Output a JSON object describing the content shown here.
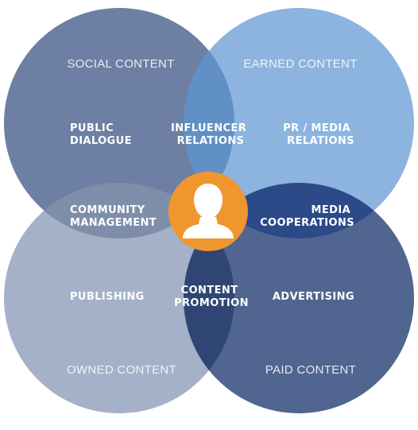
{
  "colors": {
    "social": "#6d7fa3",
    "earned": "#8cb4df",
    "owned": "#a4b1c8",
    "paid": "#506590",
    "social_earned_overlap": "#6190c6",
    "owned_social_overlap": "#7e8ea9",
    "earned_paid_overlap": "#2c4988",
    "owned_paid_overlap": "#2f4674",
    "center": "#f0962e"
  },
  "sections": {
    "social": "SOCIAL CONTENT",
    "earned": "EARNED CONTENT",
    "owned": "OWNED CONTENT",
    "paid": "PAID CONTENT"
  },
  "labels": {
    "public_dialogue": [
      "PUBLIC",
      "DIALOGUE"
    ],
    "influencer_relations": [
      "INFLUENCER",
      "RELATIONS"
    ],
    "pr_media_relations": [
      "PR / MEDIA",
      "RELATIONS"
    ],
    "community_management": [
      "COMMUNITY",
      "MANAGEMENT"
    ],
    "media_cooperations": [
      "MEDIA",
      "COOPERATIONS"
    ],
    "publishing": [
      "PUBLISHING"
    ],
    "content_promotion": [
      "CONTENT",
      "PROMOTION"
    ],
    "advertising": [
      "ADVERTISING"
    ]
  },
  "center_icon": "person-icon"
}
